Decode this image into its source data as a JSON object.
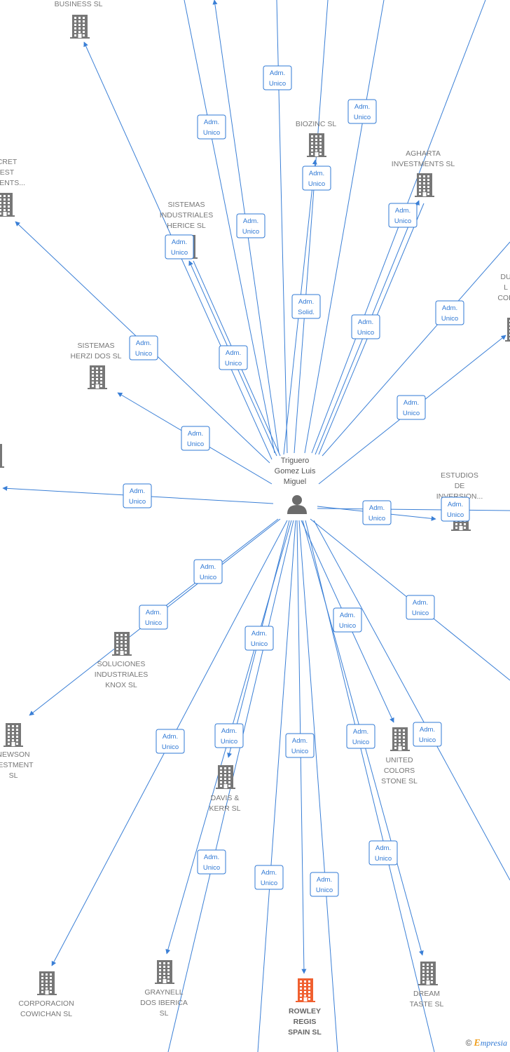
{
  "colors": {
    "edge": "#3a7fd6",
    "edge_label": "#2f78d4",
    "building": "#777777",
    "building_focus": "#f06030",
    "person": "#6b6b6b",
    "text": "#777777"
  },
  "center": {
    "label_lines": [
      "Triguero",
      "Gomez Luis",
      "Miguel"
    ],
    "icon": "person-icon"
  },
  "nodes": [
    {
      "id": "business",
      "label_lines": [
        "BUSINESS  SL"
      ],
      "icon": "building-icon"
    },
    {
      "id": "biozinc",
      "label_lines": [
        "BIOZINC SL"
      ],
      "icon": "building-icon"
    },
    {
      "id": "agharta",
      "label_lines": [
        "AGHARTA",
        "INVESTMENTS SL"
      ],
      "icon": "building-icon"
    },
    {
      "id": "secret",
      "label_lines": [
        "CRET",
        "EST",
        "TMENTS..."
      ],
      "icon": "building-icon"
    },
    {
      "id": "sistemas-herice",
      "label_lines": [
        "SISTEMAS",
        "INDUSTRIALES",
        "HERICE  SL"
      ],
      "icon": "building-icon"
    },
    {
      "id": "du-cor",
      "label_lines": [
        "DU",
        "L",
        "COR"
      ],
      "icon": "building-icon"
    },
    {
      "id": "sistemas-herzi",
      "label_lines": [
        "SISTEMAS",
        "HERZI DOS SL"
      ],
      "icon": "building-icon"
    },
    {
      "id": "left-partial",
      "label_lines": [],
      "icon": "building-icon"
    },
    {
      "id": "estudios",
      "label_lines": [
        "ESTUDIOS",
        "DE",
        "INVERSION..."
      ],
      "icon": "building-icon"
    },
    {
      "id": "soluciones",
      "label_lines": [
        "SOLUCIONES",
        "INDUSTRIALES",
        "KNOX SL"
      ],
      "icon": "building-icon"
    },
    {
      "id": "newson",
      "label_lines": [
        "NEWSON",
        "VESTMENT",
        "SL"
      ],
      "icon": "building-icon"
    },
    {
      "id": "united",
      "label_lines": [
        "UNITED",
        "COLORS",
        "STONE SL"
      ],
      "icon": "building-icon"
    },
    {
      "id": "davis",
      "label_lines": [
        "DAVIS &",
        "KERR SL"
      ],
      "icon": "building-icon"
    },
    {
      "id": "corporacion",
      "label_lines": [
        "CORPORACION",
        "COWICHAN SL"
      ],
      "icon": "building-icon"
    },
    {
      "id": "graynell",
      "label_lines": [
        "GRAYNELL",
        "DOS IBERICA",
        "SL"
      ],
      "icon": "building-icon"
    },
    {
      "id": "rowley",
      "label_lines": [
        "ROWLEY",
        "REGIS",
        "SPAIN  SL"
      ],
      "icon": "building-icon",
      "focus": true
    },
    {
      "id": "dream",
      "label_lines": [
        "DREAM",
        "TASTE SL"
      ],
      "icon": "building-icon"
    }
  ],
  "edge_labels": [
    {
      "line1": "Adm.",
      "line2": "Unico"
    },
    {
      "line1": "Adm.",
      "line2": "Unico"
    },
    {
      "line1": "Adm.",
      "line2": "Unico"
    },
    {
      "line1": "Adm.",
      "line2": "Unico"
    },
    {
      "line1": "Adm.",
      "line2": "Unico"
    },
    {
      "line1": "Adm.",
      "line2": "Unico"
    },
    {
      "line1": "Adm.",
      "line2": "Unico"
    },
    {
      "line1": "Adm.",
      "line2": "Solid."
    },
    {
      "line1": "Adm.",
      "line2": "Unico"
    },
    {
      "line1": "Adm.",
      "line2": "Unico"
    },
    {
      "line1": "Adm.",
      "line2": "Unico"
    },
    {
      "line1": "Adm.",
      "line2": "Unico"
    },
    {
      "line1": "Adm.",
      "line2": "Unico"
    },
    {
      "line1": "Adm.",
      "line2": "Unico"
    },
    {
      "line1": "Adm.",
      "line2": "Unico"
    },
    {
      "line1": "Adm.",
      "line2": "Unico"
    },
    {
      "line1": "Adm.",
      "line2": "Unico"
    },
    {
      "line1": "Adm.",
      "line2": "Unico"
    },
    {
      "line1": "Adm.",
      "line2": "Unico"
    },
    {
      "line1": "Adm.",
      "line2": "Unico"
    },
    {
      "line1": "Adm.",
      "line2": "Unico"
    },
    {
      "line1": "Adm.",
      "line2": "Unico"
    },
    {
      "line1": "Adm.",
      "line2": "Unico"
    },
    {
      "line1": "Adm.",
      "line2": "Unico"
    },
    {
      "line1": "Adm.",
      "line2": "Unico"
    },
    {
      "line1": "Adm.",
      "line2": "Unico"
    },
    {
      "line1": "Adm.",
      "line2": "Unico"
    },
    {
      "line1": "Adm.",
      "line2": "Unico"
    },
    {
      "line1": "Adm.",
      "line2": "Unico"
    },
    {
      "line1": "Adm.",
      "line2": "Unico"
    }
  ],
  "watermark": {
    "copyright": "©",
    "brand_initial": "E",
    "brand_rest": "mpresia"
  }
}
